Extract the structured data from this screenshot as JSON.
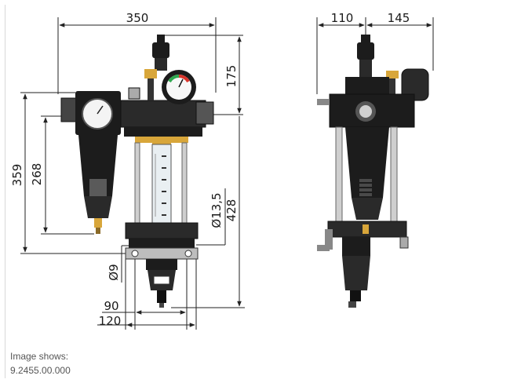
{
  "front_view": {
    "width_dim": "350",
    "height_top_dim": "175",
    "overall_height_dim": "359",
    "filter_height_dim": "268",
    "diameter_tube_dim": "Ø13,5",
    "total_height_dim": "428",
    "hole_dim": "Ø9",
    "base_width_dim": "90",
    "base_width2_dim": "120",
    "gauge_color_green": "#2fa84f",
    "gauge_color_red": "#d9342b",
    "brass_color": "#d8a63a",
    "body_color": "#1c1c1c"
  },
  "side_view": {
    "depth_left_dim": "110",
    "depth_right_dim": "145"
  },
  "caption": {
    "line1": "Image shows:",
    "line2": "9.2455.00.000"
  }
}
